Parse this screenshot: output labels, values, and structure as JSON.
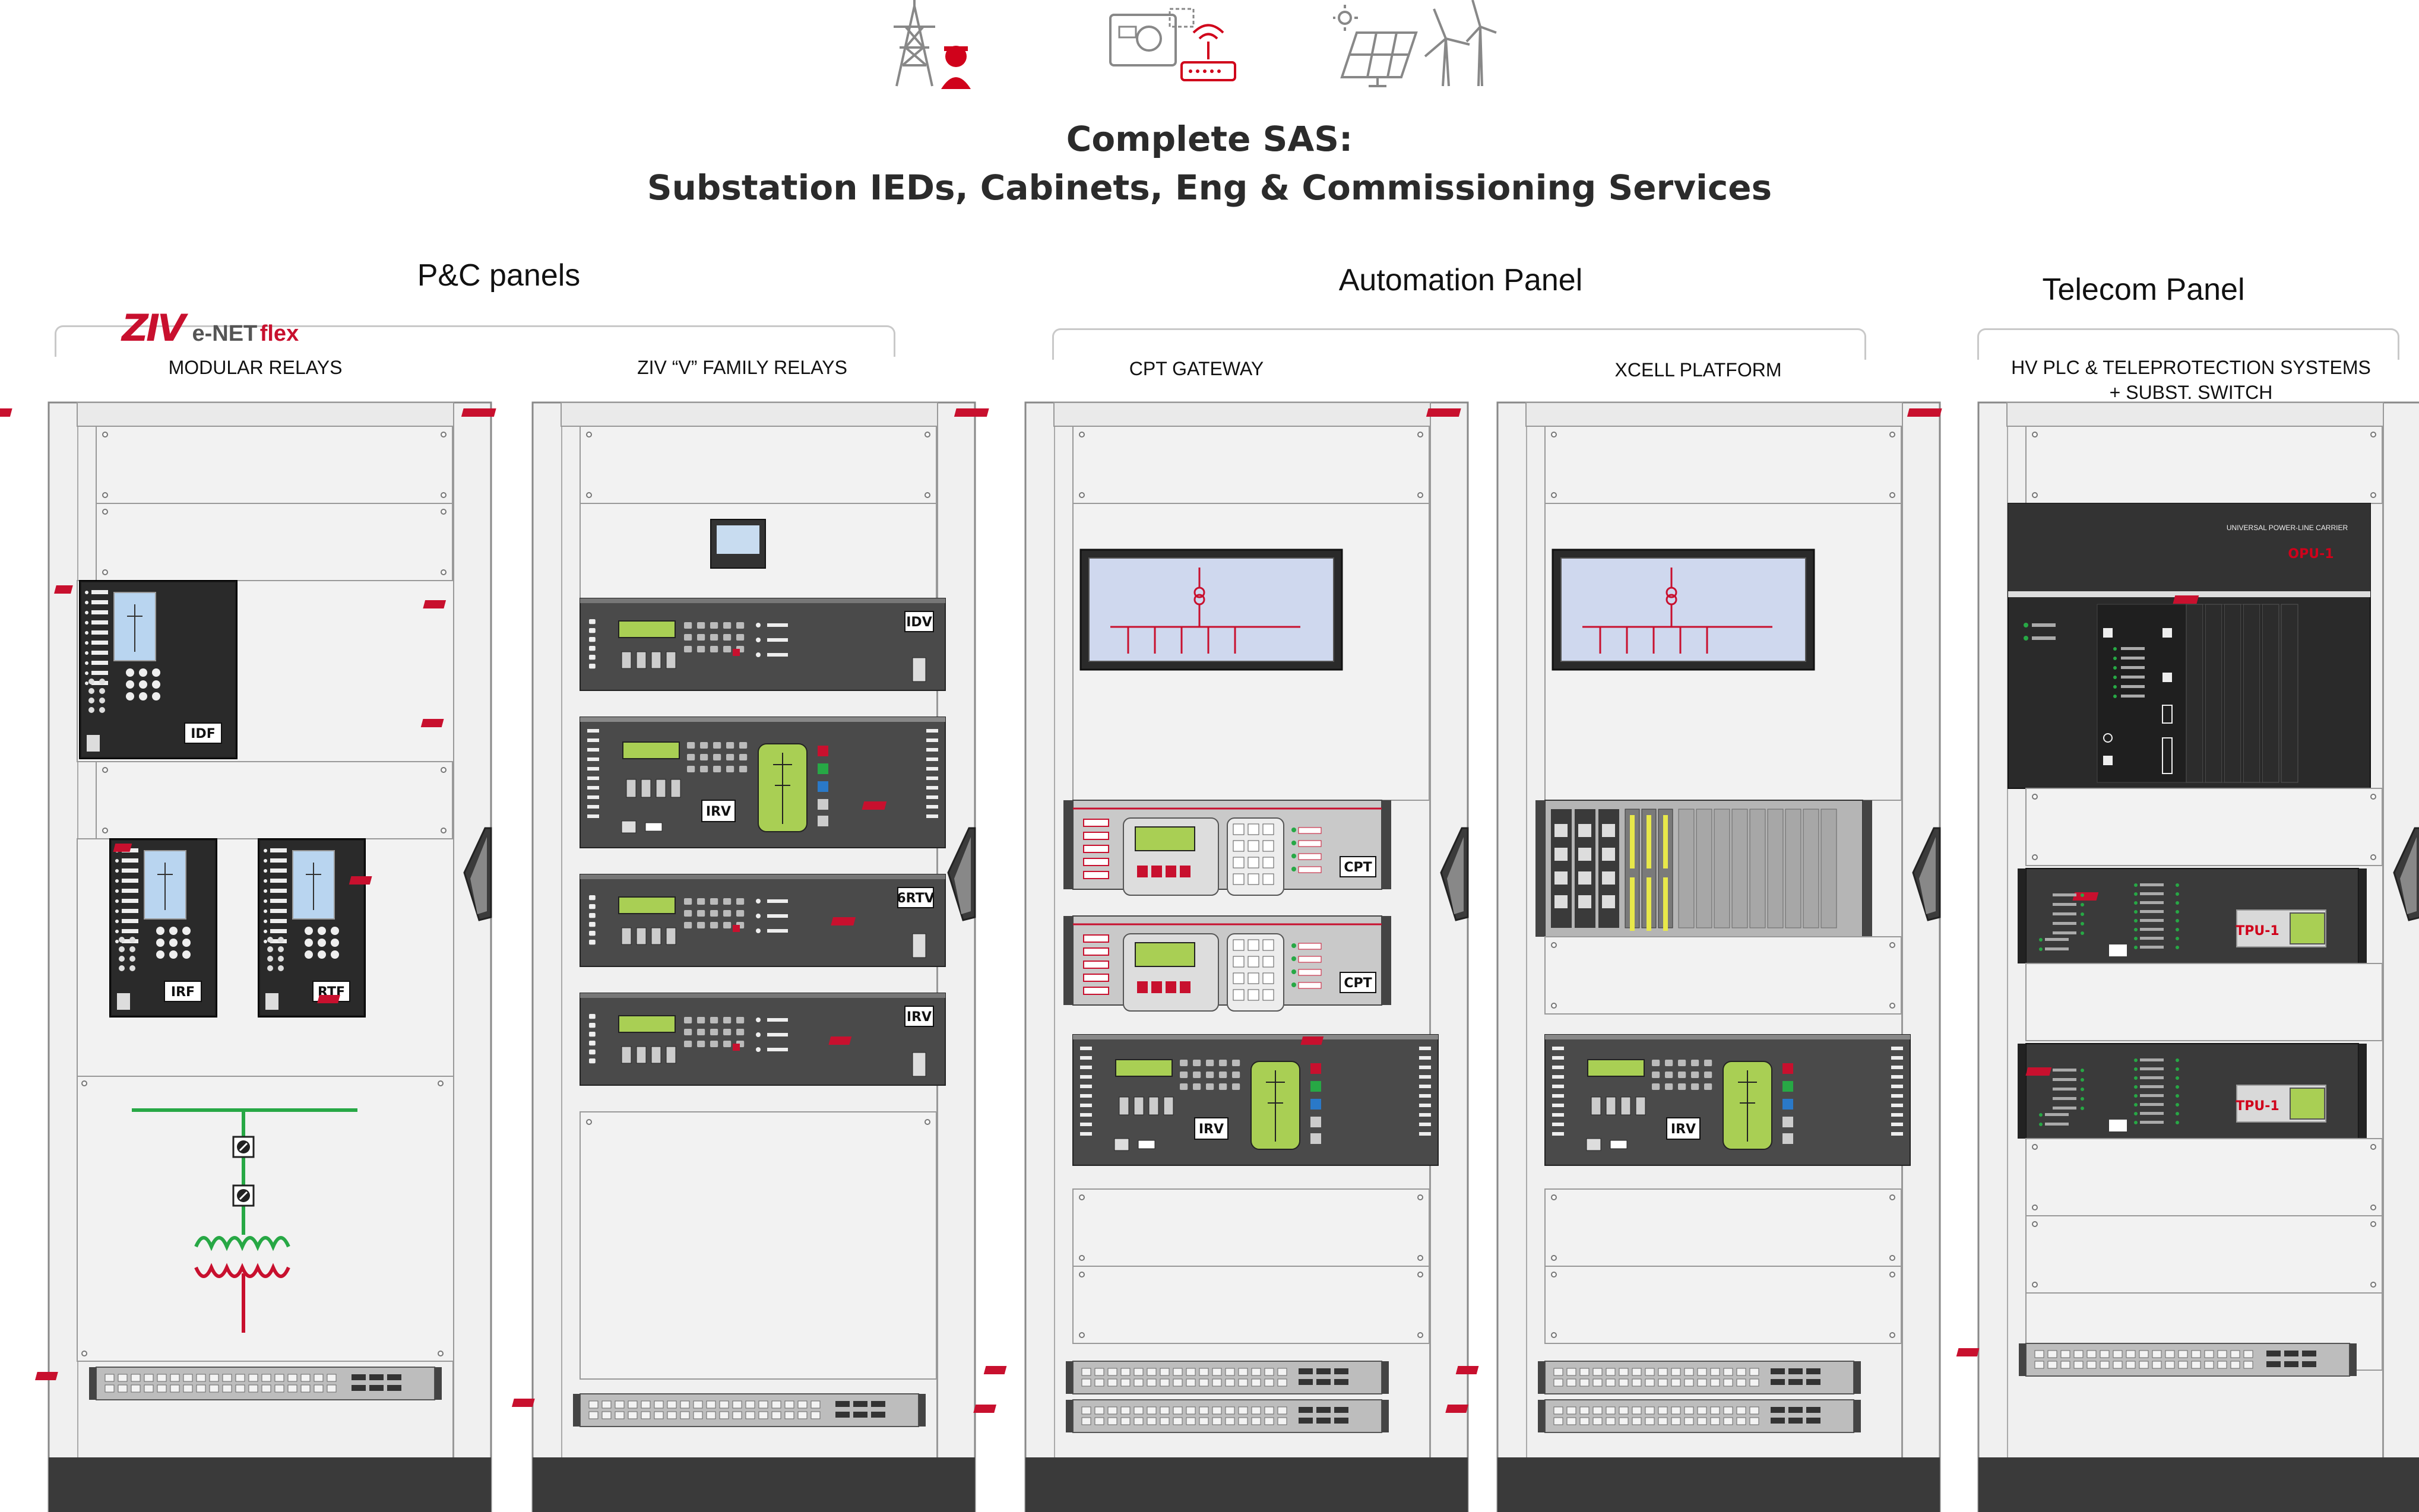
{
  "title": {
    "line1": "Complete SAS:",
    "line2": "Substation IEDs, Cabinets, Eng & Commissioning Services"
  },
  "icons": [
    "transmission-tower-worker-icon",
    "remote-monitoring-icon",
    "solar-wind-icon"
  ],
  "brand": {
    "logo": "ZIV",
    "product_prefix": "e-NET",
    "product_suffix": "flex"
  },
  "sections": {
    "pc": {
      "title": "P&C panels",
      "sub1": "MODULAR RELAYS",
      "sub2": "ZIV “V” FAMILY RELAYS",
      "modular_devices": [
        "IDF",
        "IRF",
        "RTF"
      ],
      "v_devices": [
        "IDV",
        "IRV",
        "6RTV",
        "IRV"
      ]
    },
    "automation": {
      "title": "Automation Panel",
      "sub1": "CPT GATEWAY",
      "sub2": "XCELL PLATFORM",
      "gateway_devices": [
        "CPT",
        "CPT",
        "IRV"
      ],
      "xcell_devices": [
        "IRV"
      ]
    },
    "telecom": {
      "title": "Telecom Panel",
      "sub_line1": "HV PLC & TELEPROTECTION SYSTEMS",
      "sub_line2": "+ SUBST. SWITCH",
      "plc_caption": "UNIVERSAL POWER-LINE CARRIER",
      "plc_name": "OPU-1",
      "tpu_devices": [
        "TPU-1",
        "TPU-1"
      ]
    }
  },
  "colors": {
    "red": "#c8102e",
    "green": "#27a845",
    "rack": "#3d3d3d",
    "cabinet": "#f0f0f0",
    "lcd": "#a9cf54",
    "screen": "#cfd8ee"
  }
}
